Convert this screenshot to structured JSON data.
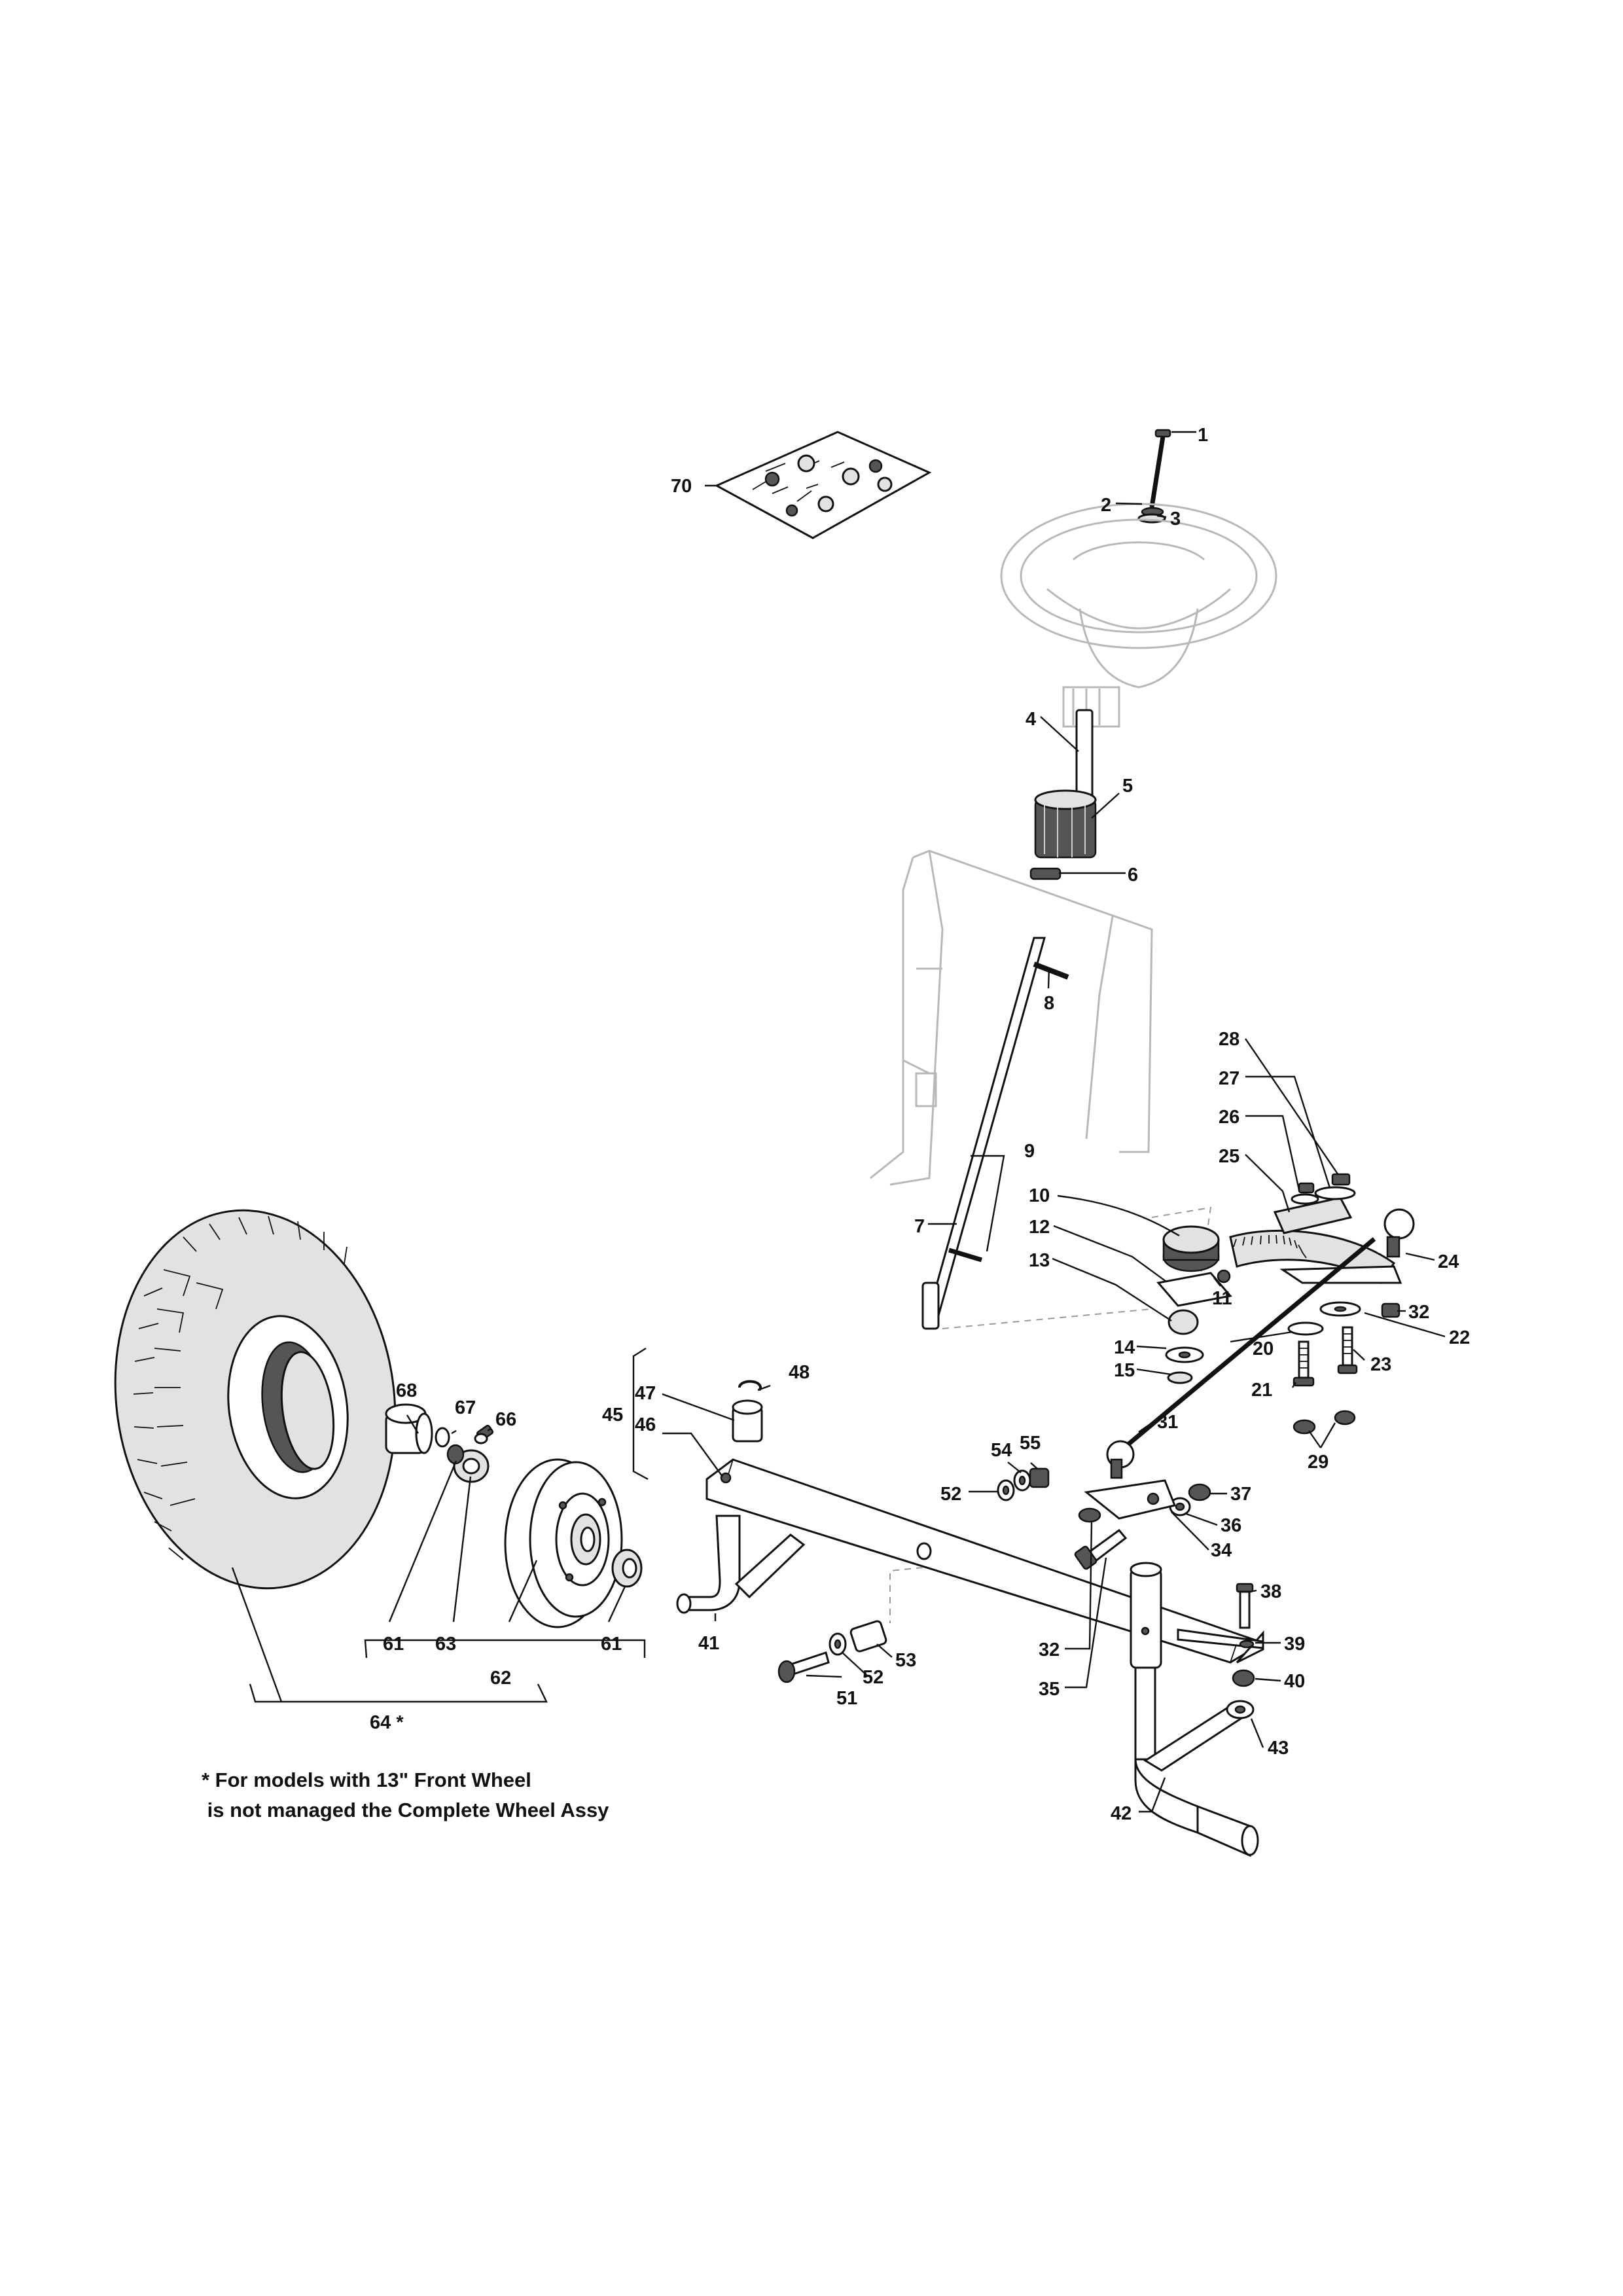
{
  "callouts": {
    "c1": "1",
    "c2": "2",
    "c3": "3",
    "c4": "4",
    "c5": "5",
    "c6": "6",
    "c7": "7",
    "c8": "8",
    "c9": "9",
    "c10": "10",
    "c11": "11",
    "c12": "12",
    "c13": "13",
    "c14": "14",
    "c15": "15",
    "c20": "20",
    "c21": "21",
    "c22": "22",
    "c23": "23",
    "c24": "24",
    "c25": "25",
    "c26": "26",
    "c27": "27",
    "c28": "28",
    "c29": "29",
    "c31": "31",
    "c32a": "32",
    "c32b": "32",
    "c34": "34",
    "c35": "35",
    "c36": "36",
    "c37": "37",
    "c38": "38",
    "c39": "39",
    "c40": "40",
    "c41": "41",
    "c42": "42",
    "c43": "43",
    "c45": "45",
    "c46": "46",
    "c47": "47",
    "c48": "48",
    "c51": "51",
    "c52a": "52",
    "c52b": "52",
    "c53": "53",
    "c54": "54",
    "c55": "55",
    "c61a": "61",
    "c61b": "61",
    "c62": "62",
    "c63": "63",
    "c64": "64 *",
    "c66": "66",
    "c67": "67",
    "c68": "68",
    "c70": "70"
  },
  "footnote": {
    "line1": "* For models with 13\" Front Wheel",
    "line2": " is not managed the Complete Wheel Assy"
  }
}
